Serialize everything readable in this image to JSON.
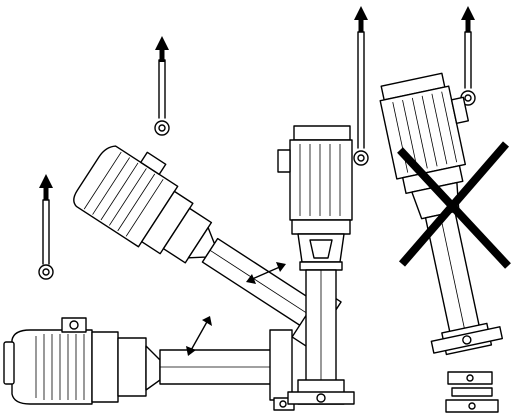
{
  "figure": {
    "description_hidden": "",
    "colors": {
      "line": "#000000",
      "background": "#ffffff"
    },
    "icons": [
      "lift-arrow-icon",
      "rotate-arrow-icon",
      "forbidden-cross-icon"
    ],
    "steps": [
      {
        "name": "pump-horizontal",
        "allowed": true
      },
      {
        "name": "pump-tilted",
        "allowed": true
      },
      {
        "name": "pump-vertical",
        "allowed": true
      },
      {
        "name": "pump-inverted-lift",
        "allowed": false
      }
    ]
  }
}
